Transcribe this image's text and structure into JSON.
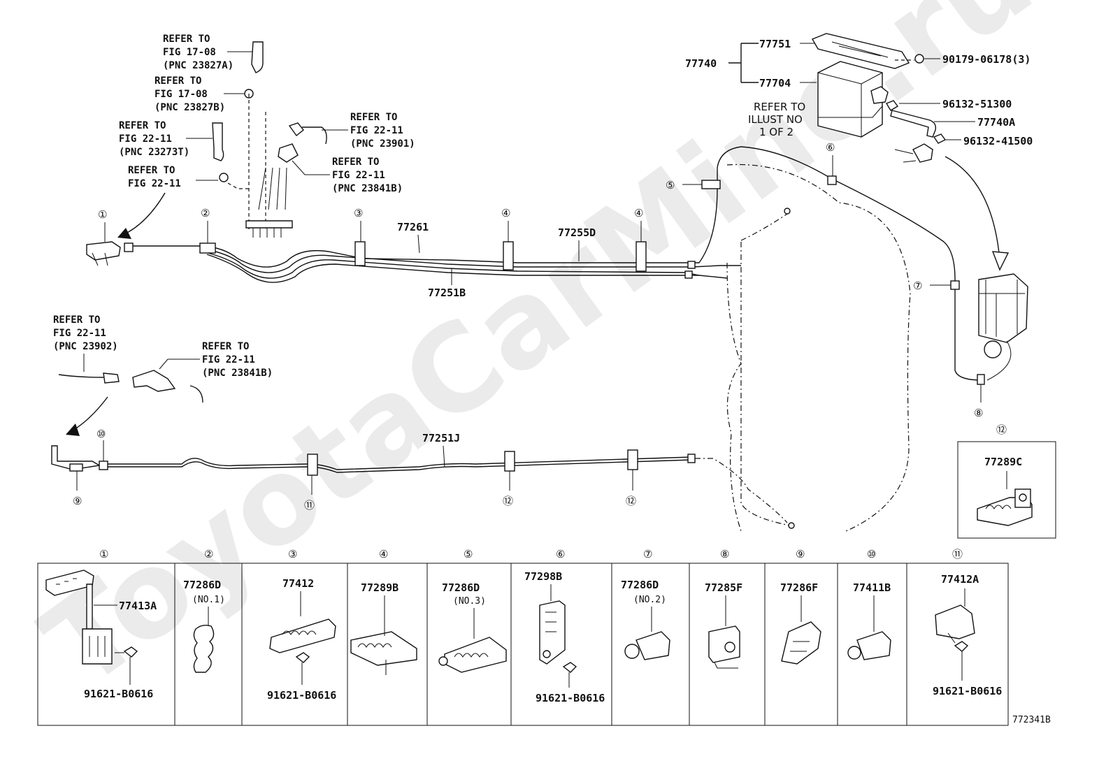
{
  "watermark": "ToyotaCarMine.ru",
  "diagram_code": "772341B",
  "canister": {
    "assembly": "77740",
    "bracket": "77751",
    "canister": "77704",
    "bolt": "90179-06178(3)",
    "clip_upper": "96132-51300",
    "hose": "77740A",
    "clip_lower": "96132-41500",
    "refer_lines": [
      "REFER TO",
      "ILLUST NO",
      "1 OF 2"
    ]
  },
  "refs": {
    "r1": [
      "REFER TO",
      "FIG 17-08",
      "(PNC 23827A)"
    ],
    "r2": [
      "REFER TO",
      "FIG 17-08",
      "(PNC 23827B)"
    ],
    "r3": [
      "REFER TO",
      "FIG 22-11",
      "(PNC 23273T)"
    ],
    "r4": [
      "REFER TO",
      "FIG 22-11"
    ],
    "r5": [
      "REFER TO",
      "FIG 22-11",
      "(PNC 23901)"
    ],
    "r6": [
      "REFER TO",
      "FIG 22-11",
      "(PNC 23841B)"
    ],
    "r7": [
      "REFER TO",
      "FIG 22-11",
      "(PNC 23902)"
    ],
    "r8": [
      "REFER TO",
      "FIG 22-11",
      "(PNC 23841B)"
    ]
  },
  "tubes": {
    "t1": "77261",
    "t2": "77255D",
    "t3": "77251B",
    "t4": "77251J"
  },
  "callouts": {
    "c1": "①",
    "c2": "②",
    "c3": "③",
    "c4a": "④",
    "c4b": "④",
    "c5": "⑤",
    "c6": "⑥",
    "c7": "⑦",
    "c8": "⑧",
    "c9": "⑨",
    "c10": "⑩",
    "c11": "⑪",
    "c12a": "⑫",
    "c12b": "⑫",
    "c12box": "⑫"
  },
  "inset": {
    "part": "77289C"
  },
  "table": [
    {
      "num": "①",
      "part": "77413A",
      "sub": "",
      "bolt": "91621-B0616"
    },
    {
      "num": "②",
      "part": "77286D",
      "sub": "(NO.1)",
      "bolt": ""
    },
    {
      "num": "③",
      "part": "77412",
      "sub": "",
      "bolt": "91621-B0616"
    },
    {
      "num": "④",
      "part": "77289B",
      "sub": "",
      "bolt": ""
    },
    {
      "num": "⑤",
      "part": "77286D",
      "sub": "(NO.3)",
      "bolt": ""
    },
    {
      "num": "⑥",
      "part": "77298B",
      "sub": "",
      "bolt": "91621-B0616"
    },
    {
      "num": "⑦",
      "part": "77286D",
      "sub": "(NO.2)",
      "bolt": ""
    },
    {
      "num": "⑧",
      "part": "77285F",
      "sub": "",
      "bolt": ""
    },
    {
      "num": "⑨",
      "part": "77286F",
      "sub": "",
      "bolt": ""
    },
    {
      "num": "⑩",
      "part": "77411B",
      "sub": "",
      "bolt": ""
    },
    {
      "num": "⑪",
      "part": "77412A",
      "sub": "",
      "bolt": "91621-B0616"
    }
  ]
}
